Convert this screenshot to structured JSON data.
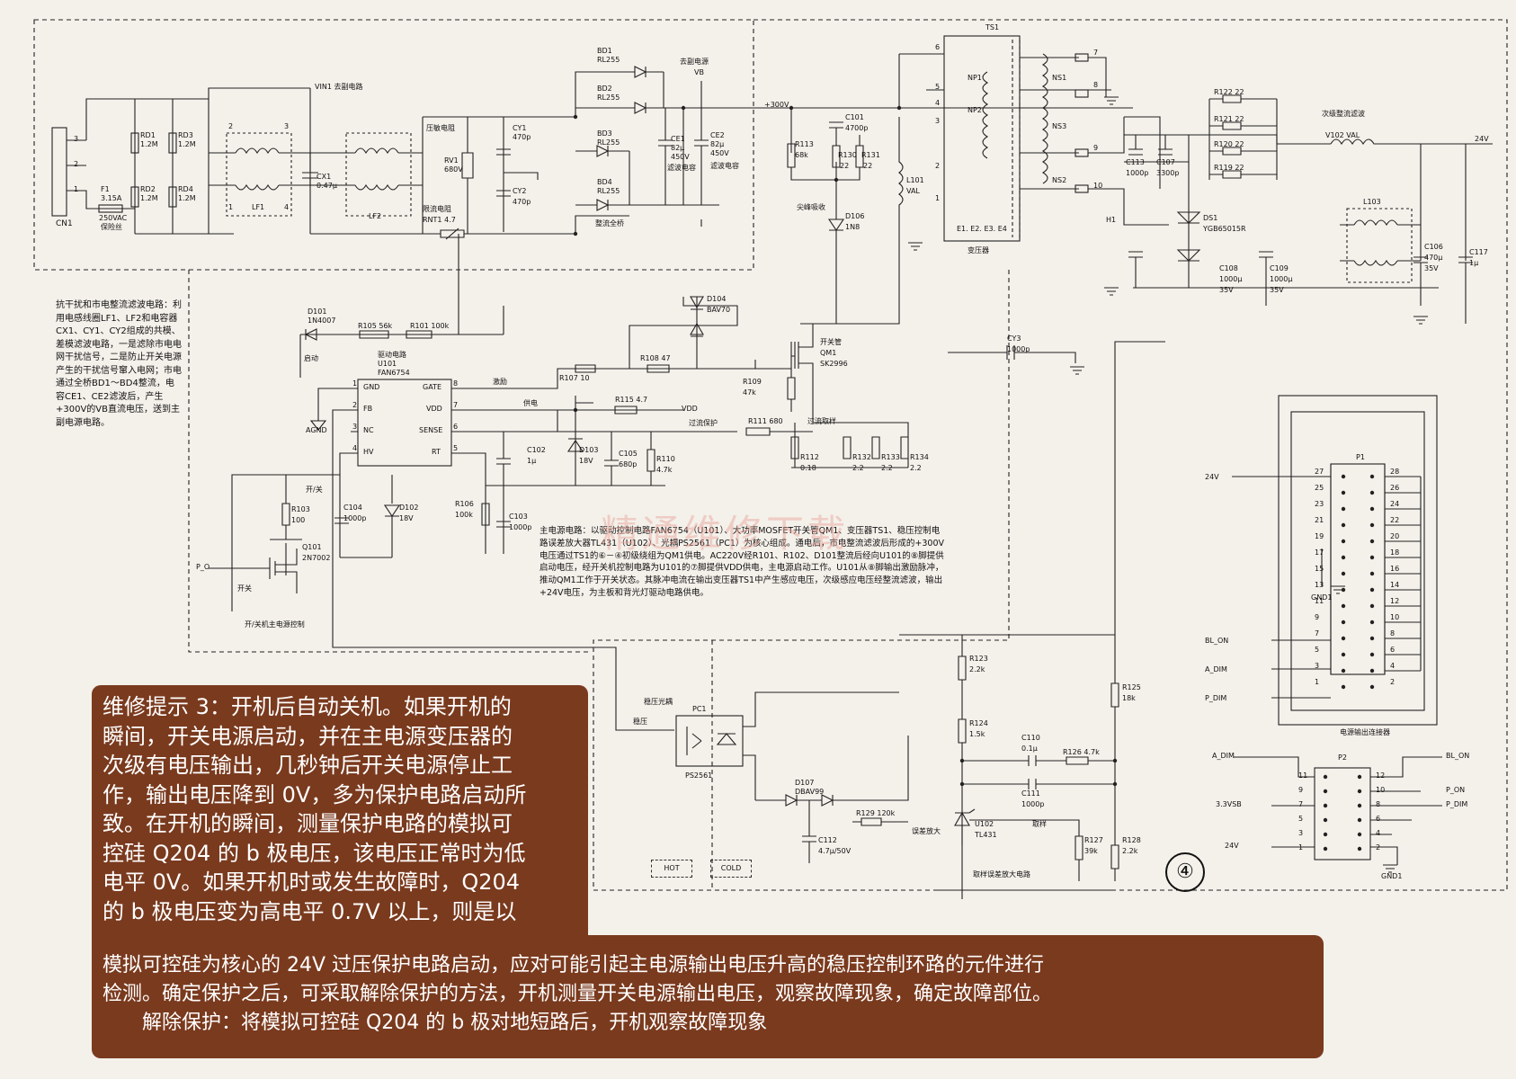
{
  "connector_cn1": {
    "id": "CN1",
    "pins": [
      "3",
      "2",
      "1"
    ]
  },
  "fuse": {
    "id": "F1",
    "rating": "3.15A",
    "voltage": "250VAC",
    "name": "保险丝"
  },
  "filter": {
    "rd1": [
      "RD1",
      "1.2M"
    ],
    "rd2": [
      "RD2",
      "1.2M"
    ],
    "rd3": [
      "RD3",
      "1.2M"
    ],
    "rd4": [
      "RD4",
      "1.2M"
    ],
    "lf1": "LF1",
    "lf2": "LF2",
    "cx1": [
      "CX1",
      "0.47μ"
    ],
    "rv1": [
      "RV1",
      "680V"
    ],
    "cy1": [
      "CY1",
      "470p"
    ],
    "cy2": [
      "CY2",
      "470p"
    ],
    "rnt1": "RNT1 4.7",
    "rnt1_name": "限流电阻",
    "pressure": "压敏电阻",
    "vin1": "VIN1 去副电路",
    "lf_pins": [
      "2",
      "3",
      "1",
      "4"
    ]
  },
  "bridge": {
    "bd1": "BD1",
    "bd2": "BD2",
    "bd3": "BD3",
    "bd4": "BD4",
    "part": "RL255",
    "name": "整流全桥"
  },
  "bulk": {
    "to_sub": "去副电源",
    "vb": "VB",
    "ce1": [
      "CE1",
      "82μ",
      "450V"
    ],
    "ce2": [
      "CE2",
      "82μ",
      "450V"
    ],
    "ce1_name": "滤波电容",
    "ce2_name": "滤波电容",
    "rail": "+300V"
  },
  "primary": {
    "c101": [
      "C101",
      "4700p"
    ],
    "r113": [
      "R113",
      "68k"
    ],
    "r130": [
      "R130",
      "22"
    ],
    "r131": [
      "R131",
      "22"
    ],
    "d106": [
      "D106",
      "1N8"
    ],
    "snubber": "尖峰吸收",
    "l101": [
      "L101",
      "VAL"
    ],
    "d101": [
      "D101",
      "1N4007"
    ],
    "r105": "R105 56k",
    "r101": "R101 100k",
    "startup": "启动",
    "d104": [
      "D104",
      "BAV70"
    ],
    "r108": "R108 47",
    "r107": "R107 10",
    "r109": [
      "R109",
      "47k"
    ],
    "qm1": [
      "QM1",
      "SK2996"
    ],
    "qm1_name": "开关管",
    "drive": "激励",
    "r115": "R115 4.7",
    "supply": "供电",
    "vdd_tag": "VDD",
    "ocp": "过流保护",
    "r111": "R111 680",
    "ocp_sample": "过流取样",
    "r112": [
      "R112",
      "0.18"
    ],
    "r132": [
      "R132",
      "2.2"
    ],
    "r133": [
      "R133",
      "2.2"
    ],
    "r134": [
      "R134",
      "2.2"
    ],
    "c102": [
      "C102",
      "1μ"
    ],
    "d103": [
      "D103",
      "18V"
    ],
    "c105": [
      "C105",
      "680p"
    ],
    "r110": [
      "R110",
      "4.7k"
    ],
    "r106": [
      "R106",
      "100k"
    ],
    "c103": [
      "C103",
      "1000p"
    ],
    "c104": [
      "C104",
      "1000p"
    ],
    "d102": [
      "D102",
      "18V"
    ],
    "r103": [
      "R103",
      "100"
    ],
    "q101": [
      "Q101",
      "2N7002"
    ],
    "p_on": "P_O",
    "onoff": "开/关",
    "onoff2": "开关",
    "onoff_ctrl": "开/关机主电源控制",
    "agnd": "AGND",
    "cy3": [
      "CY3",
      "1000p"
    ]
  },
  "ic": {
    "id": "U101",
    "part": "FAN6754",
    "name": "驱动电路",
    "pins_left": [
      "GND",
      "FB",
      "NC",
      "HV"
    ],
    "pins_right": [
      "GATE",
      "VDD",
      "SENSE",
      "RT"
    ],
    "num_left": [
      "1",
      "2",
      "3",
      "4"
    ],
    "num_right": [
      "8",
      "7",
      "6",
      "5"
    ]
  },
  "transformer": {
    "id": "TS1",
    "name": "变压器",
    "np1": "NP1",
    "np2": "NP2",
    "ns1": "NS1",
    "ns2": "NS2",
    "ns3": "NS3",
    "e_pins": "E1. E2. E3. E4",
    "pins": [
      "6",
      "5",
      "4",
      "3",
      "2",
      "1",
      "7",
      "8",
      "9",
      "10"
    ]
  },
  "secondary": {
    "r122": "R122 22",
    "r121": "R121 22",
    "r120": "R120 22",
    "r119": "R119 22",
    "c113": [
      "C113",
      "1000p"
    ],
    "c107": [
      "C107",
      "3300p"
    ],
    "ds1": [
      "DS1",
      "YGB65015R"
    ],
    "c108": [
      "C108",
      "1000μ",
      "35V"
    ],
    "c109": [
      "C109",
      "1000μ",
      "35V"
    ],
    "h1": "H1",
    "v102": "V102 VAL",
    "l103": "L103",
    "secfilter": "次级整流滤波",
    "out": "24V",
    "c106": [
      "C106",
      "470μ",
      "35V"
    ],
    "c117": [
      "C117",
      "1μ"
    ]
  },
  "feedback": {
    "pc1": "PC1",
    "pc1_part": "PS2561",
    "opto": "稳压光耦",
    "reg": "稳压",
    "r123": [
      "R123",
      "2.2k"
    ],
    "r124": [
      "R124",
      "1.5k"
    ],
    "r125": [
      "R125",
      "18k"
    ],
    "c110": [
      "C110",
      "0.1μ"
    ],
    "r126": "R126 4.7k",
    "c111": [
      "C111",
      "1000p"
    ],
    "d107": [
      "D107",
      "DBAV99"
    ],
    "r129": "R129 120k",
    "c112": [
      "C112",
      "4.7μ/50V"
    ],
    "u102": [
      "U102",
      "TL431"
    ],
    "amp": "误差放大",
    "sample": "取样",
    "r127": [
      "R127",
      "39k"
    ],
    "r128": [
      "R128",
      "2.2k"
    ],
    "amp_block": "取样误差放大电路",
    "hot": "HOT",
    "cold": "COLD"
  },
  "connector_p1": {
    "id": "P1",
    "title": "电源输出连接器",
    "v24": "24V",
    "gnd": "GND1",
    "bl_on": "BL_ON",
    "a_dim": "A_DIM",
    "p_dim": "P_DIM",
    "pins_left": [
      "27",
      "25",
      "23",
      "21",
      "19",
      "17",
      "15",
      "13",
      "11",
      "9",
      "7",
      "5",
      "3",
      "1"
    ],
    "pins_right": [
      "28",
      "26",
      "24",
      "22",
      "20",
      "18",
      "16",
      "14",
      "12",
      "10",
      "8",
      "6",
      "4",
      "2"
    ]
  },
  "connector_p2": {
    "id": "P2",
    "a_dim": "A_DIM",
    "bl_on": "BL_ON",
    "p_on": "P_ON",
    "p_dim": "P_DIM",
    "v33": "3.3VSB",
    "v24": "24V",
    "gnd": "GND1",
    "pins_left": [
      "11",
      "9",
      "7",
      "5",
      "3",
      "1"
    ],
    "pins_right": [
      "12",
      "10",
      "8",
      "6",
      "4",
      "2"
    ]
  },
  "notes": {
    "filter_note": "抗干扰和市电整流滤波电路：利用电感线圈LF1、LF2和电容器CX1、CY1、CY2组成的共模、差模滤波电路，一是滤除市电电网干扰信号，二是防止开关电源产生的干扰信号窜入电网；市电通过全桥BD1～BD4整流，电容CE1、CE2滤波后，产生+300V的VB直流电压，送到主副电源电路。",
    "main_note": "主电源电路：以驱动控制电路FAN6754（U101）、大功率MOSFET开关管QM1、变压器TS1、稳压控制电路误差放大器TL431（U102）、光耦PS2561（PC1）为核心组成。通电后，市电整流滤波后形成的+300V电压通过TS1的⑥－④初级绕组为QM1供电。AC220V经R101、R102、D101整流后经向U101的⑧脚提供启动电压，经开关机控制电路为U101的⑦脚提供VDD供电，主电源启动工作。U101从⑧脚输出激励脉冲，推动QM1工作于开关状态。其脉冲电流在输出变压器TS1中产生感应电压，次级感应电压经整流滤波，输出+24V电压，为主板和背光灯驱动电路供电。",
    "watermark": "精通维修下载",
    "figure_no": "④"
  },
  "tip": {
    "lines_upper": [
      "维修提示 3：开机后自动关机。如果开机的",
      "瞬间，开关电源启动，并在主电源变压器的",
      "次级有电压输出，几秒钟后开关电源停止工",
      "作，输出电压降到 0V，多为保护电路启动所",
      "致。在开机的瞬间，测量保护电路的模拟可",
      "控硅 Q204 的 b 极电压，该电压正常时为低",
      "电平 0V。如果开机时或发生故障时，Q204",
      "的 b 极电压变为高电平 0.7V 以上，则是以"
    ],
    "lines_lower": [
      "模拟可控硅为核心的 24V 过压保护电路启动，应对可能引起主电源输出电压升高的稳压控制环路的元件进行",
      "检测。确定保护之后，可采取解除保护的方法，开机测量开关电源输出电压，观察故障现象，确定故障部位。",
      "　　解除保护：将模拟可控硅 Q204 的 b 极对地短路后，开机观察故障现象"
    ]
  }
}
